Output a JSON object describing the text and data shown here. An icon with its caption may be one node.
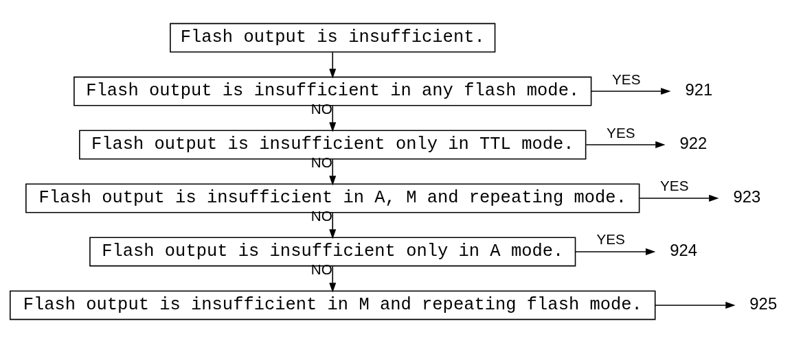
{
  "diagram": {
    "nodes": [
      {
        "text": [
          "Flash output is insufficient."
        ]
      },
      {
        "text": [
          "Flash output is insufficient in any flash mode."
        ]
      },
      {
        "text": [
          "921"
        ]
      },
      {
        "text": [
          "Flash output is insufficient only in TTL mode."
        ]
      },
      {
        "text": [
          "922"
        ]
      },
      {
        "text": [
          "Flash output is insufficient in A, M and repeating mode."
        ]
      },
      {
        "text": [
          "923"
        ]
      },
      {
        "text": [
          "Flash output is insufficient only in A mode."
        ]
      },
      {
        "text": [
          "924"
        ]
      },
      {
        "text": [
          "Flash output is insufficient in M and repeating flash mode."
        ]
      },
      {
        "text": [
          "925"
        ]
      }
    ],
    "edges": [
      {
        "from": 0,
        "to": 1,
        "arrow": "to"
      },
      {
        "from": 1,
        "to": 2,
        "arrow": "to",
        "label": "YES"
      },
      {
        "from": 1,
        "to": 3,
        "arrow": "to",
        "label": "NO"
      },
      {
        "from": 3,
        "to": 4,
        "arrow": "to",
        "label": "YES"
      },
      {
        "from": 3,
        "to": 5,
        "arrow": "to",
        "label": "NO"
      },
      {
        "from": 5,
        "to": 6,
        "arrow": "to",
        "label": "YES"
      },
      {
        "from": 5,
        "to": 7,
        "arrow": "to",
        "label": "NO"
      },
      {
        "from": 7,
        "to": 8,
        "arrow": "to",
        "label": "YES"
      },
      {
        "from": 7,
        "to": 9,
        "arrow": "to",
        "label": "NO"
      },
      {
        "from": 9,
        "to": 10,
        "arrow": "to"
      }
    ]
  }
}
